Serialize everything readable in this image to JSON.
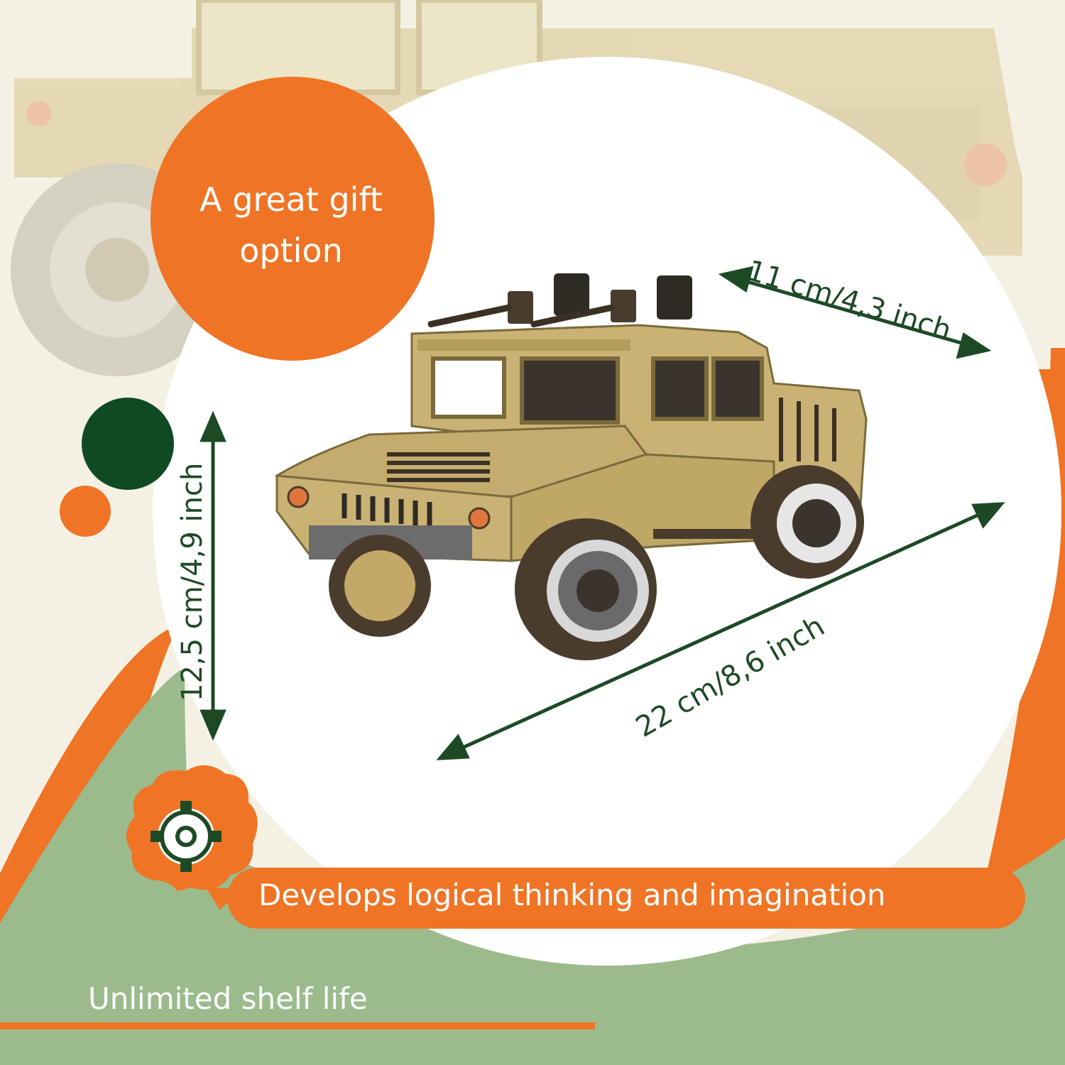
{
  "badge": {
    "text": "A great gift option"
  },
  "dimensions": {
    "depth": "11 cm/4,3 inch",
    "height": "12,5 cm/4,9 inch",
    "length": "22 cm/8,6 inch"
  },
  "feature": {
    "text": "Develops logical thinking and imagination",
    "icon": "gear-brain-icon"
  },
  "footer": {
    "text": "Unlimited shelf life"
  },
  "colors": {
    "orange": "#ef7425",
    "dark_green": "#0f4a22",
    "sage_green": "#9bbb8c",
    "cream": "#f4f1e4",
    "wood": "#c9b274"
  }
}
